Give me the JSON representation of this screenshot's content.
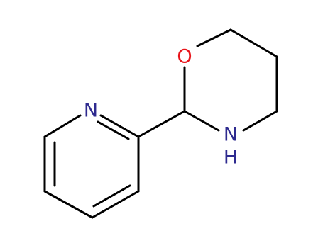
{
  "molecule": {
    "atoms": {
      "oxygen": {
        "label": "O"
      },
      "nitrogen_pyridine": {
        "label": "N"
      },
      "nitrogen_amine": {
        "label": "N"
      },
      "hydrogen_amine": {
        "label": "H"
      }
    }
  },
  "colors": {
    "bond": "#000000",
    "oxygen": "#e8141a",
    "nitrogen": "#2e2a8f"
  }
}
